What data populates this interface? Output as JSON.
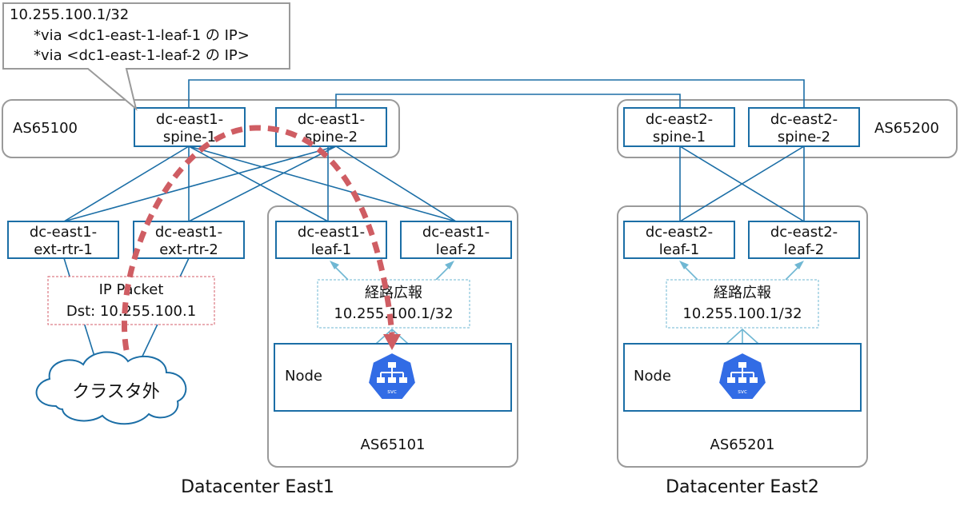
{
  "callout": {
    "line1": "10.255.100.1/32",
    "line2": "*via <dc1-east-1-leaf-1 の IP>",
    "line3": "*via <dc1-east-1-leaf-2 の IP>"
  },
  "as": {
    "dc1_spine_as": "AS65100",
    "dc2_spine_as": "AS65200",
    "dc1_leaf_as": "AS65101",
    "dc2_leaf_as": "AS65201"
  },
  "nodes": {
    "dc1_spine1": [
      "dc-east1-",
      "spine-1"
    ],
    "dc1_spine2": [
      "dc-east1-",
      "spine-2"
    ],
    "dc2_spine1": [
      "dc-east2-",
      "spine-1"
    ],
    "dc2_spine2": [
      "dc-east2-",
      "spine-2"
    ],
    "dc1_ext1": [
      "dc-east1-",
      "ext-rtr-1"
    ],
    "dc1_ext2": [
      "dc-east1-",
      "ext-rtr-2"
    ],
    "dc1_leaf1": [
      "dc-east1-",
      "leaf-1"
    ],
    "dc1_leaf2": [
      "dc-east1-",
      "leaf-2"
    ],
    "dc2_leaf1": [
      "dc-east2-",
      "leaf-1"
    ],
    "dc2_leaf2": [
      "dc-east2-",
      "leaf-2"
    ]
  },
  "advert": {
    "title": "経路広報",
    "prefix": "10.255.100.1/32"
  },
  "packet": {
    "title": "IP Packet",
    "dst": "Dst: 10.255.100.1"
  },
  "cloud_label": "クラスタ外",
  "node_label": "Node",
  "svc_icon": {
    "name": "kubernetes-svc-icon",
    "text": "svc"
  },
  "datacenters": {
    "east1": "Datacenter East1",
    "east2": "Datacenter East2"
  },
  "colors": {
    "link": "#1b6ea6",
    "advert": "#6fb7d3",
    "packet_path": "#cf5d63",
    "area_border": "#9a9a9a",
    "k8s": "#326ce5"
  }
}
